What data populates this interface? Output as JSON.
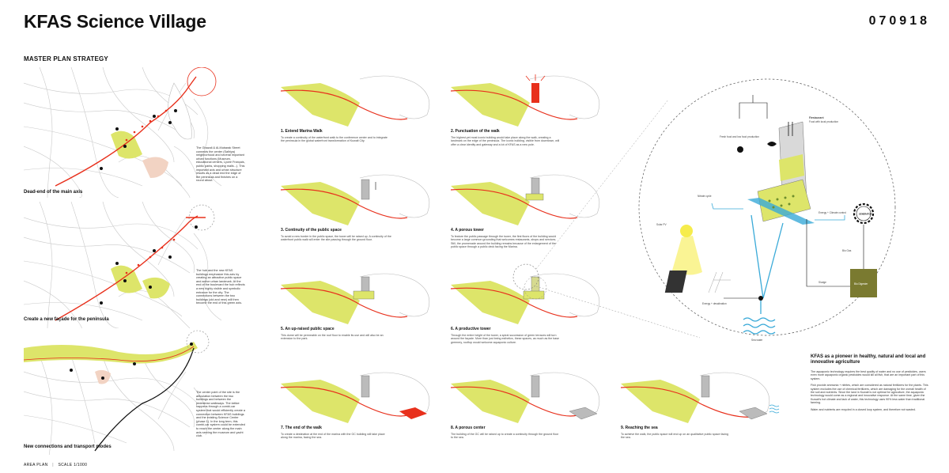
{
  "header": {
    "title": "KFAS Science Village",
    "code": "070918"
  },
  "section_label": "MASTER PLAN STRATEGY",
  "plans": [
    {
      "caption": "Dead-end of the main axis",
      "note": "The Ghazali & Al-Mubarak Street connects the center (Salhiya) neighborhood and several important urban functions (Museum, educational centers, Lycee Français, public parks, shopping malls...). This important axis and urban structure results as a dead end the edge of the peninsula and finishes on a round about."
    },
    {
      "caption": "Create a new façade for the peninsula",
      "note": "The hub and the new KFAS buildings emphasize this axis by creating an attractive public space and active urban landmark. At the end of the boulevard the hub reflects a new highly visible and symbolic entrance for the city. The connections between the two buildings (old and new) will then become the end of this green axis."
    },
    {
      "caption": "New connections and transport modes",
      "note": "The center point of the site is the articulation between the two buildings and between the pedestrian walkways. The lattice happens through a combi-car system that would efficiently create a connection between KFAS buildings and the existing Science Center (phase 1). In the long term, this combi-car system could be extended to reach the center along the main axis serving the museum and yacht club."
    }
  ],
  "diagrams": [
    {
      "title": "1. Extend Marina Walk",
      "text": "To create a continuity of the waterfront walk to the conference center and to integrate the peninsula in the global waterfront transformation of Kuwait City."
    },
    {
      "title": "2. Punctuation of the walk",
      "text": "The highest yet most iconic building would take place along the walk, creating a landmark on the edge of the peninsula. The iconic building, visible from downtown, will offer a clear identity and gateway and a lot of KFAS as a new pole."
    },
    {
      "title": "3. Continuity of the public space",
      "text": "To avoid a new border in the public space, the tower will be raised up. A continuity of the waterfront public walk will enter the site passing through the ground floor."
    },
    {
      "title": "4. A porous tower",
      "text": "To feature the public passage through the tower, the first floors of the building would become a large common grounding that welcomes restaurants, shops and services. Still, the promenade around the building remains because of the enlargement of the public space through a public deck facing the Marina."
    },
    {
      "title": "5. An up-raised public space",
      "text": "This dome will be permeable on the roof floor to enable its use and will also be an extension to the park."
    },
    {
      "title": "6. A productive tower",
      "text": "Through the entire height of the tower, a spiral succession of green terraces will turn around the façade. More than just being esthetics, these spaces, as much as the base greenery, rooftop would welcome aquaponic culture."
    },
    {
      "title": "7. The end of the walk",
      "text": "To create a destination at the end of the marina with the GC building will take place along the marina, facing the sea."
    },
    {
      "title": "8. A porous center",
      "text": "The building of the GC will be raised up to create a continuity through the ground floor to the sea."
    },
    {
      "title": "9. Reaching the sea",
      "text": "To achieve the walk, the public space will end up on an qualitative public space facing the sea."
    }
  ],
  "circle_labels": {
    "restaurant": "Restaurant",
    "restaurant_sub": "Food with local production",
    "fresh": "Fresh food and low food production",
    "nitrate": "Nitrate cycle",
    "energy_climate": "Energy + Climate control",
    "generator": "GENERATOR",
    "solar": "Solar PV",
    "bio": "Bio Gas",
    "sludge": "Sludge",
    "biodigester": "Bio Digester",
    "energy_desal": "Energy + desalination",
    "sea": "Sea water"
  },
  "agriculture": {
    "title": "KFAS as a pioneer in healthy, natural and local and innovative agriculture",
    "p1": "The aquaponic technology requires the best quality of water and no use of pesticides, users even more aquaponic organic pesticides would kill all fish, that are an important part of this system.",
    "p2": "Fish provide ammonia + nitrites, which are considered as natural fertilizers for the plants. This system excludes the use of chemical fertilizers, which are damaging for the overall health of the soil and nutrients. Since the land in Kuwait is not optimal for agriculture, the aquaponic technology would come as a regional and innovative response. At the same time, given the Kuwait's hot climate and lack of water, this technology uses 90% less water than traditional farming.",
    "p3": "Water and nutrients are recycled in a closed loop system, and therefore not wasted."
  },
  "footer": {
    "left": "AREA PLAN",
    "right": "SCALE 1/1000"
  },
  "colors": {
    "green": "#dde56a",
    "red": "#e8301c",
    "blue": "#3aaad8",
    "olive": "#7a7a30",
    "yellow": "#f6ec4c"
  }
}
